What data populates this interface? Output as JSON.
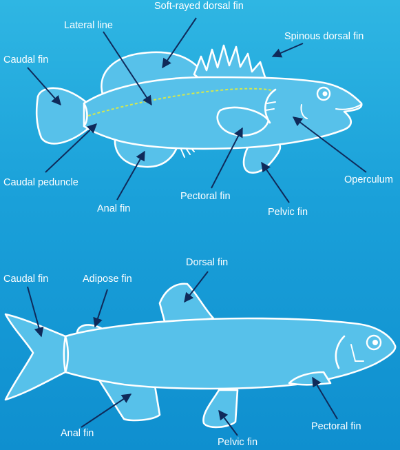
{
  "fish1": {
    "labels": {
      "soft_rayed_dorsal_fin": "Soft-rayed dorsal fin",
      "lateral_line": "Lateral line",
      "spinous_dorsal_fin": "Spinous dorsal fin",
      "caudal_fin": "Caudal fin",
      "caudal_peduncle": "Caudal peduncle",
      "operculum": "Operculum",
      "pectoral_fin": "Pectoral fin",
      "anal_fin": "Anal fin",
      "pelvic_fin": "Pelvic fin"
    }
  },
  "fish2": {
    "labels": {
      "dorsal_fin": "Dorsal fin",
      "caudal_fin": "Caudal fin",
      "adipose_fin": "Adipose fin",
      "anal_fin": "Anal fin",
      "pelvic_fin": "Pelvic fin",
      "pectoral_fin": "Pectoral fin"
    }
  },
  "colors": {
    "background_top": "#2fb6e3",
    "background_bottom": "#0f8fcf",
    "fish_fill": "#57c1ea",
    "outline": "#ffffff",
    "arrow": "#0f2a5a",
    "lateral_line": "#d6e84a"
  }
}
